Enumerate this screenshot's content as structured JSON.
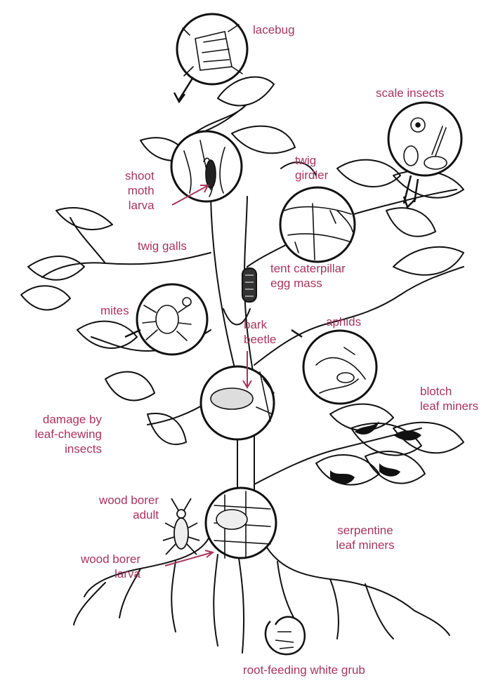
{
  "labels": {
    "lacebug": "lacebug",
    "scale_insects": "scale insects",
    "shoot_moth_larva": [
      "shoot",
      "moth",
      "larva"
    ],
    "twig_girdler": [
      "twig",
      "girdler"
    ],
    "twig_galls": "twig galls",
    "tent_caterpillar": [
      "tent caterpillar",
      "egg mass"
    ],
    "mites": "mites",
    "bark_beetle": [
      "bark",
      "beetle"
    ],
    "aphids": "aphids",
    "blotch_leaf_miners": [
      "blotch",
      "leaf miners"
    ],
    "damage_leaf_chewing": [
      "damage by",
      "leaf-chewing",
      "insects"
    ],
    "wood_borer_adult": [
      "wood borer",
      "adult"
    ],
    "serpentine_leaf_miners": [
      "serpentine",
      "leaf miners"
    ],
    "wood_borer_larva": [
      "wood borer",
      "larva"
    ],
    "root_grub": "root-feeding white grub"
  },
  "colors": {
    "label": "#a8345c",
    "ink": "#111111"
  }
}
